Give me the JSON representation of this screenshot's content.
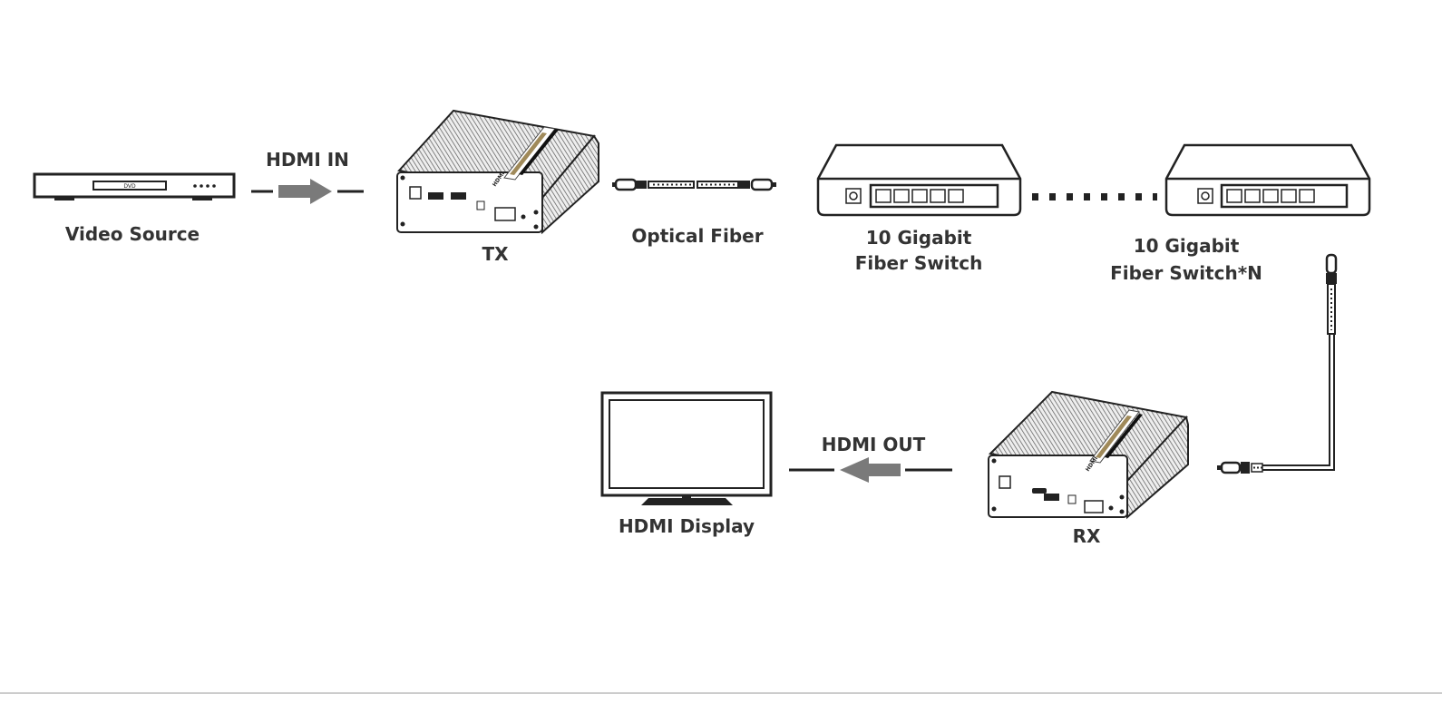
{
  "labels": {
    "video_source": "Video Source",
    "hdmi_in": "HDMI IN",
    "tx": "TX",
    "optical_fiber": "Optical Fiber",
    "switch1_line1": "10 Gigabit",
    "switch1_line2": "Fiber Switch",
    "switch2_line1": "10 Gigabit",
    "switch2_line2": "Fiber Switch*N",
    "hdmi_out": "HDMI OUT",
    "rx": "RX",
    "hdmi_display": "HDMI Display",
    "dvd": "DVD",
    "device_logo": "HDMI"
  },
  "colors": {
    "line": "#222222",
    "text": "#333333",
    "arrow": "#7a7a7a",
    "device_body": "#d9d9d9",
    "accent_gold": "#a08a5a"
  }
}
